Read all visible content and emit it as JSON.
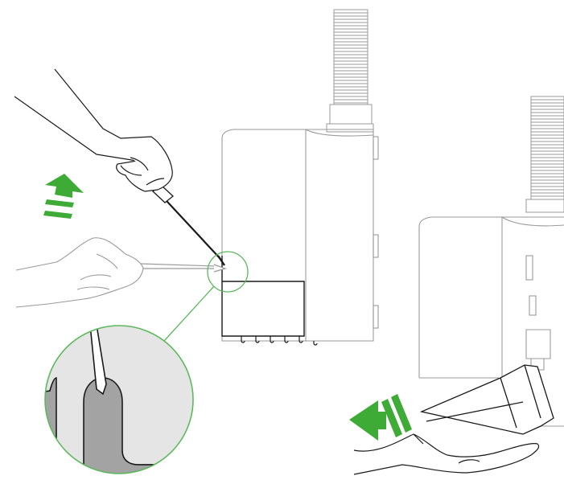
{
  "illustration": {
    "panel_left": "unit-unlatched-with-screwdriver",
    "panel_right": "cover-lowered-into-hand",
    "detail": "latch-closeup"
  },
  "colors": {
    "outline": "#8a8a8a",
    "outline_dark": "#1a1a1a",
    "accent_green": "#3dab35",
    "magnifier_ring": "#5cb85c",
    "detail_bg": "#e5e5e5",
    "detail_part": "#a3a3a3"
  },
  "icons": {
    "up_arrow": "arrow-up-striped-icon",
    "left_arrow": "arrow-left-striped-icon"
  }
}
